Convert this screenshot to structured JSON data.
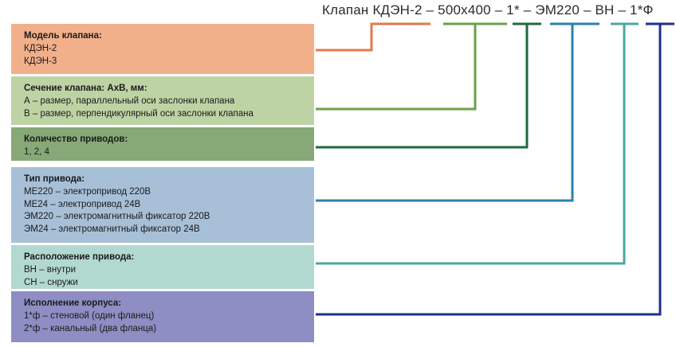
{
  "header": {
    "title": "Клапан КДЭН-2 – 500x400 – 1* – ЭМ220 – ВН – 1*Ф"
  },
  "legend": {
    "boxes": [
      {
        "key": "valve-model",
        "title": "Модель клапана:",
        "color": "#f2b08a",
        "connector_color": "#e07a4e",
        "lines": [
          "КДЭН-2",
          "КДЭН-3"
        ]
      },
      {
        "key": "valve-section",
        "title": "Сечение клапана: АхВ, мм:",
        "color": "#bdd3a4",
        "connector_color": "#6ba04a",
        "lines": [
          "А – размер, параллельный оси заслонки клапана",
          "В – размер, перпендикулярный оси заслонки клапана"
        ]
      },
      {
        "key": "drive-count",
        "title": "Количество приводов:",
        "color": "#87a877",
        "connector_color": "#1f6b3b",
        "lines": [
          "1, 2, 4"
        ]
      },
      {
        "key": "drive-type",
        "title": "Тип привода:",
        "color": "#a7c0d8",
        "connector_color": "#2a82ab",
        "lines": [
          "МЕ220 – электропривод 220В",
          "МЕ24 – электропривод 24В",
          "ЭМ220 – электромагнитный фиксатор 220В",
          "ЭМ24 – электромагнитный фиксатор 24В"
        ]
      },
      {
        "key": "drive-location",
        "title": "Расположение привода:",
        "color": "#b2d9d0",
        "connector_color": "#4aa8a0",
        "lines": [
          "ВН – внутри",
          "СН – снружи"
        ]
      },
      {
        "key": "body-design",
        "title": "Исполнение корпуса:",
        "color": "#8e8ec4",
        "connector_color": "#1f2f8f",
        "lines": [
          "1*ф – стеновой (один фланец)",
          "2*ф – канальный (два фланца)"
        ]
      }
    ]
  }
}
